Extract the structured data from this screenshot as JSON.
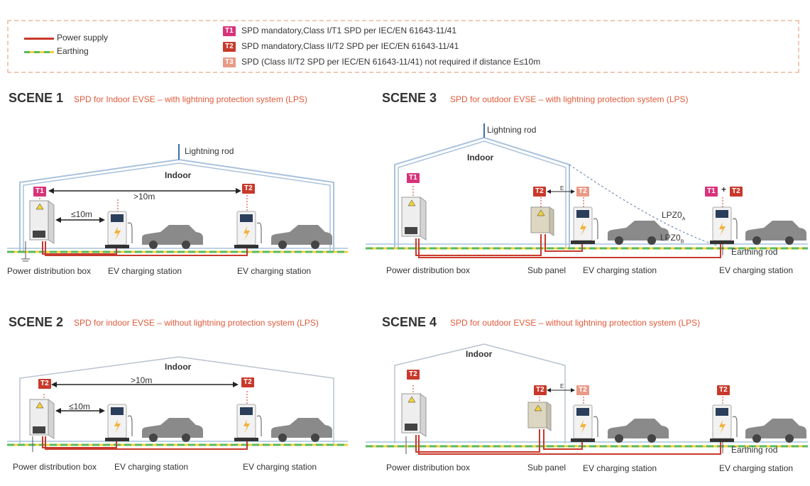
{
  "legend": {
    "power_supply": "Power supply",
    "earthing": "Earthing",
    "t1_tag": "T1",
    "t1_text": "SPD mandatory,Class I/T1 SPD per IEC/EN 61643-11/41",
    "t2_tag": "T2",
    "t2_text": "SPD mandatory,Class II/T2 SPD per IEC/EN 61643-11/41",
    "t3_tag": "T3",
    "t3_text": "SPD (Class II/T2 SPD per IEC/EN 61643-11/41) not required if distance E≤10m"
  },
  "colors": {
    "power": "#c8392b",
    "earth_green": "#5cb85c",
    "earth_yellow": "#f2d33a",
    "t1": "#d8337a",
    "t2": "#c8392b",
    "t3": "#e89a86",
    "roof": "#a9c2dc",
    "rod": "#3d6fa6",
    "car": "#8a8a8a"
  },
  "scene1": {
    "title": "SCENE 1",
    "subtitle": "SPD for Indoor EVSE – with lightning protection system (LPS)",
    "rod_label": "Lightning rod",
    "indoor": "Indoor",
    "dist_far": ">10m",
    "dist_near": "≤10m",
    "tag_a": "T1",
    "tag_b": "T2",
    "box_label": "Power distribution box",
    "station1": "EV charging station",
    "station2": "EV charging station"
  },
  "scene2": {
    "title": "SCENE 2",
    "subtitle": "SPD for indoor EVSE – without lightning protection system (LPS)",
    "indoor": "Indoor",
    "dist_far": ">10m",
    "dist_near": "≤10m",
    "tag_a": "T2",
    "tag_b": "T2",
    "box_label": "Power distribution box",
    "station1": "EV charging station",
    "station2": "EV charging station"
  },
  "scene3": {
    "title": "SCENE 3",
    "subtitle": "SPD for outdoor EVSE – with lightning protection system (LPS)",
    "rod_label": "Lightning rod",
    "indoor": "Indoor",
    "tag_a": "T1",
    "tag_sub": "T2",
    "tag_e": "E",
    "tag_t3": "T2",
    "tag_c1": "T1",
    "tag_plus": "+",
    "tag_c2": "T2",
    "lpz_a": "LPZ0",
    "lpz_a_sub": "A",
    "lpz_b": "LPZ0",
    "lpz_b_sub": "B",
    "earth_rod": "Earthing rod",
    "box_label": "Power distribution box",
    "sub_panel": "Sub panel",
    "station1": "EV charging station",
    "station2": "EV charging station"
  },
  "scene4": {
    "title": "SCENE 4",
    "subtitle": "SPD for outdoor EVSE – without lightning protection system (LPS)",
    "indoor": "Indoor",
    "tag_a": "T2",
    "tag_sub": "T2",
    "tag_e": "E",
    "tag_t3": "T2",
    "tag_c": "T2",
    "earth_rod": "Earthing rod",
    "box_label": "Power distribution box",
    "sub_panel": "Sub panel",
    "station1": "EV charging station",
    "station2": "EV charging station"
  }
}
